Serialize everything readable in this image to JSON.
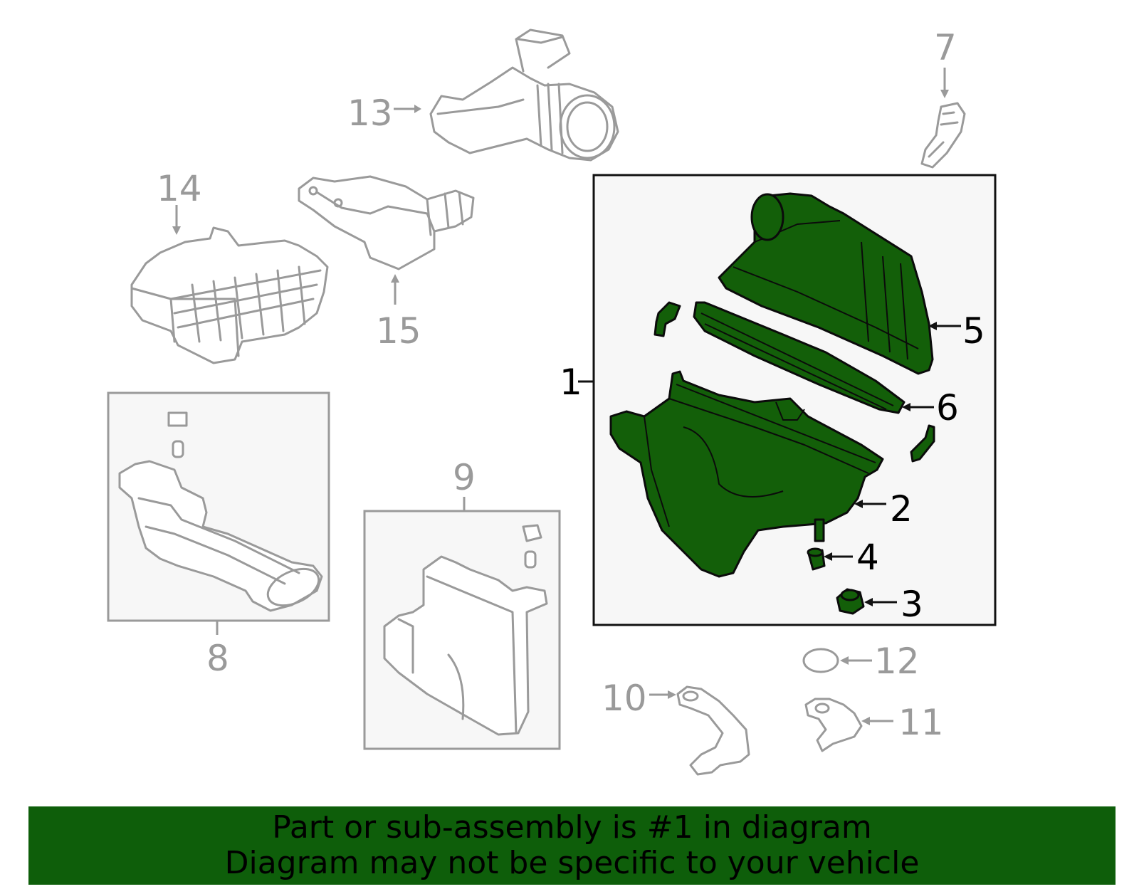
{
  "colors": {
    "highlight_green": "#135f09",
    "banner_green": "#0e5e0a",
    "dim_gray": "#9a9a9a",
    "inset_background": "#f7f7f7",
    "text_black": "#000000"
  },
  "callouts": [
    {
      "id": "1",
      "text": "1"
    },
    {
      "id": "2",
      "text": "2"
    },
    {
      "id": "3",
      "text": "3"
    },
    {
      "id": "4",
      "text": "4"
    },
    {
      "id": "5",
      "text": "5"
    },
    {
      "id": "6",
      "text": "6"
    },
    {
      "id": "7",
      "text": "7"
    },
    {
      "id": "8",
      "text": "8"
    },
    {
      "id": "9",
      "text": "9"
    },
    {
      "id": "10",
      "text": "10"
    },
    {
      "id": "11",
      "text": "11"
    },
    {
      "id": "12",
      "text": "12"
    },
    {
      "id": "13",
      "text": "13"
    },
    {
      "id": "14",
      "text": "14"
    },
    {
      "id": "15",
      "text": "15"
    }
  ],
  "highlighted_part": "1",
  "banner": {
    "line1": "Part or sub-assembly is #1 in diagram",
    "line2": "Diagram may not be specific to your vehicle"
  }
}
